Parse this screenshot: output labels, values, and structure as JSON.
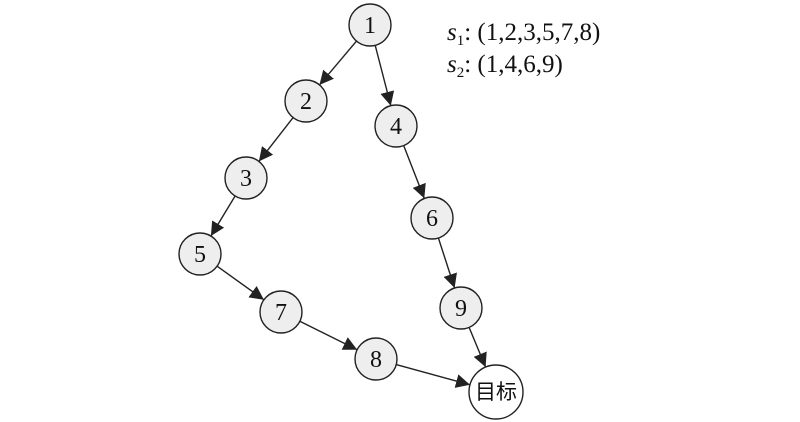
{
  "colors": {
    "node_fill": "#eeeeee",
    "target_fill": "#ffffff",
    "stroke": "#222222",
    "text": "#111111"
  },
  "nodes": [
    {
      "id": "1",
      "label": "1"
    },
    {
      "id": "2",
      "label": "2"
    },
    {
      "id": "3",
      "label": "3"
    },
    {
      "id": "4",
      "label": "4"
    },
    {
      "id": "5",
      "label": "5"
    },
    {
      "id": "6",
      "label": "6"
    },
    {
      "id": "7",
      "label": "7"
    },
    {
      "id": "8",
      "label": "8"
    },
    {
      "id": "9",
      "label": "9"
    },
    {
      "id": "target",
      "label": "目标"
    }
  ],
  "edges": [
    {
      "from": "1",
      "to": "2"
    },
    {
      "from": "2",
      "to": "3"
    },
    {
      "from": "3",
      "to": "5"
    },
    {
      "from": "5",
      "to": "7"
    },
    {
      "from": "7",
      "to": "8"
    },
    {
      "from": "8",
      "to": "target"
    },
    {
      "from": "1",
      "to": "4"
    },
    {
      "from": "4",
      "to": "6"
    },
    {
      "from": "6",
      "to": "9"
    },
    {
      "from": "9",
      "to": "target"
    }
  ],
  "paths": [
    {
      "symbol": "s",
      "subscript": "1",
      "sequence": ": (1,2,3,5,7,8)"
    },
    {
      "symbol": "s",
      "subscript": "2",
      "sequence": ": (1,4,6,9)"
    }
  ]
}
